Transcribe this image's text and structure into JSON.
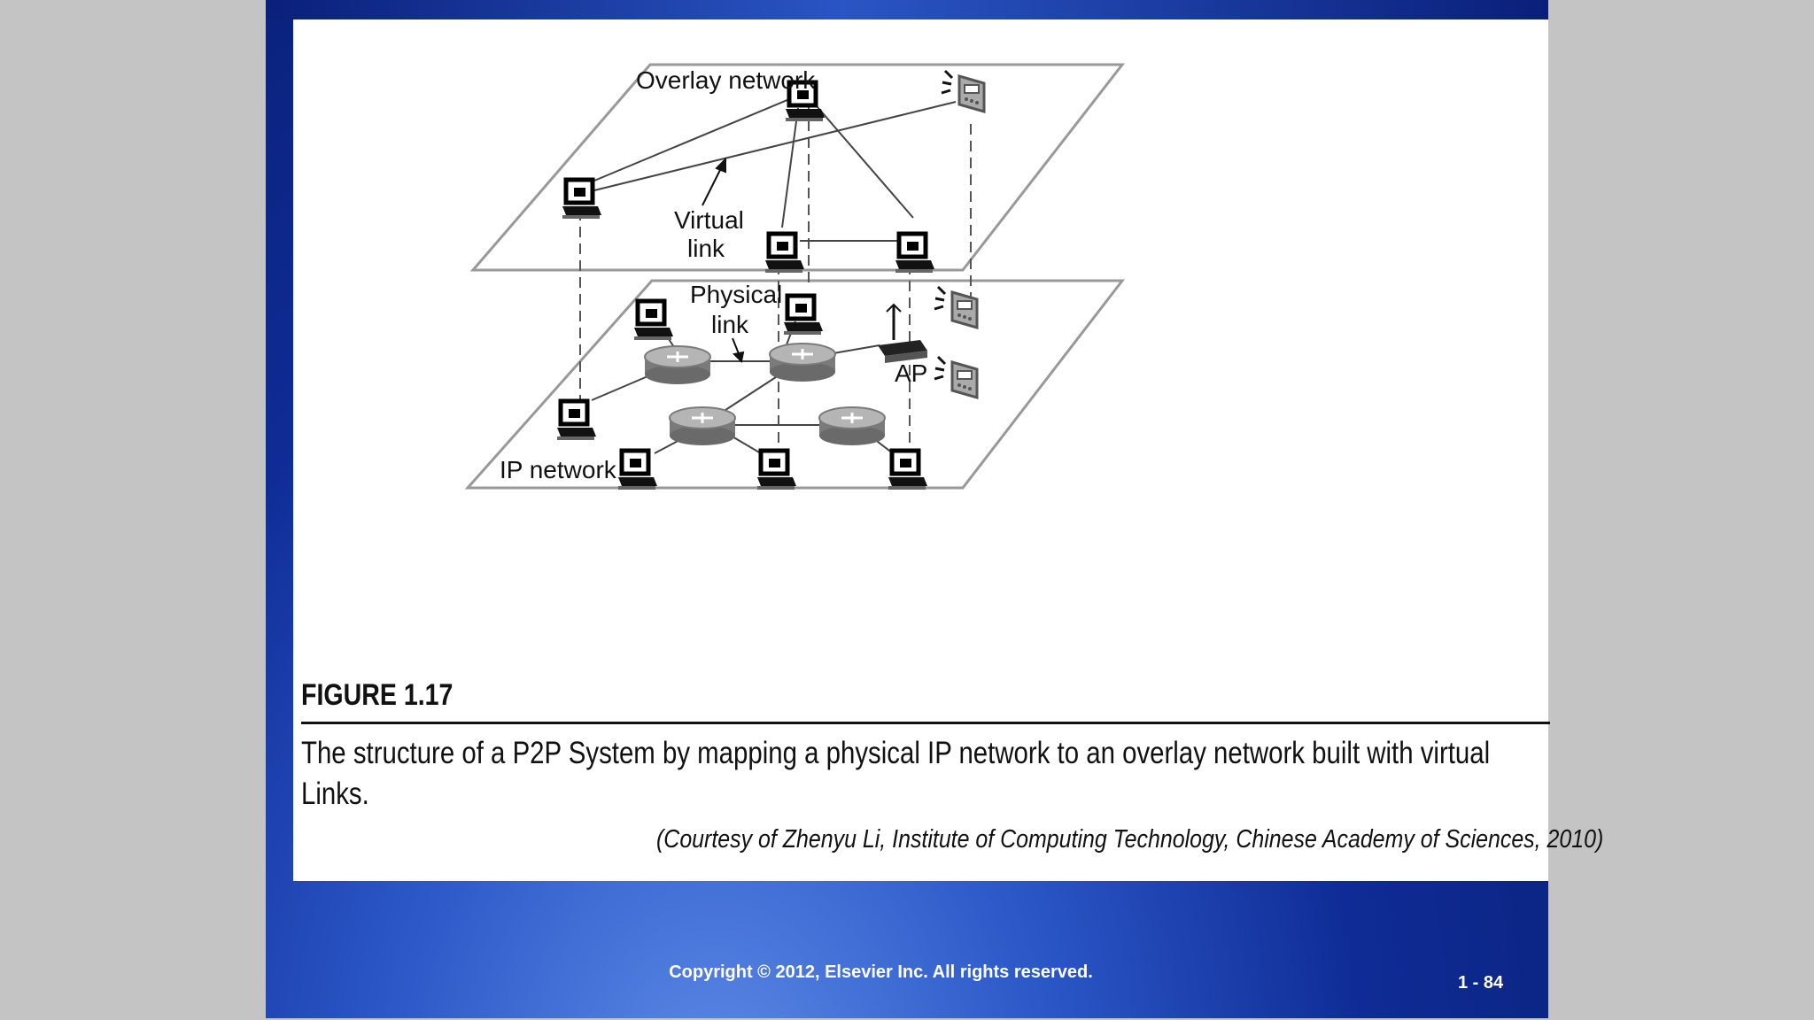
{
  "diagram": {
    "overlay_label": "Overlay network",
    "ip_label": "IP network",
    "virtual_link_label": [
      "Virtual",
      "link"
    ],
    "physical_link_label": [
      "Physical",
      "link"
    ],
    "ap_label": "AP"
  },
  "figure": {
    "label": "FIGURE 1.17",
    "caption_line1": "The structure of a P2P System by mapping a physical IP network to an overlay network built with virtual",
    "caption_line2": "Links.",
    "courtesy": "(Courtesy of Zhenyu Li, Institute of Computing Technology, Chinese Academy of Sciences, 2010)"
  },
  "footer": {
    "copyright": "Copyright © 2012, Elsevier Inc. All rights reserved.",
    "page_number": "1 - 84"
  }
}
